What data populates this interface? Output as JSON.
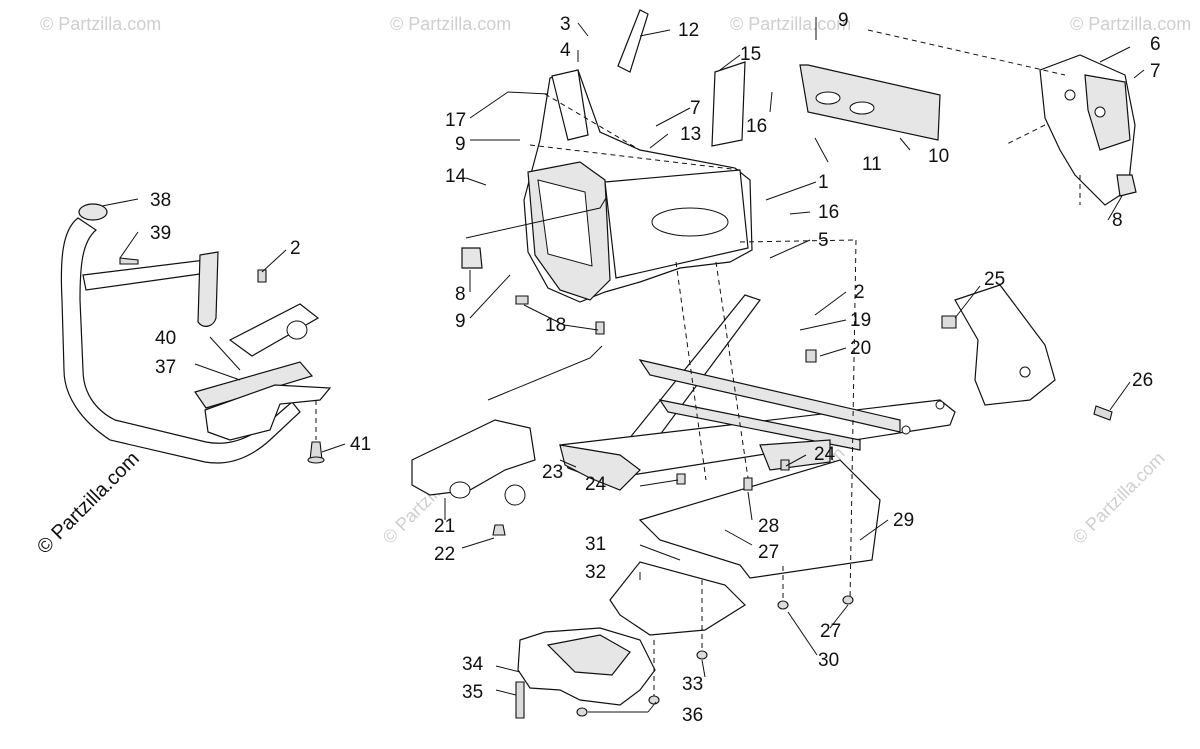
{
  "watermark": {
    "text": "© Partzilla.com"
  },
  "copyright": {
    "text": "© Partzilla.com"
  },
  "callouts": [
    "1",
    "2",
    "2",
    "3",
    "4",
    "5",
    "6",
    "7",
    "7",
    "8",
    "8",
    "9",
    "9",
    "9",
    "10",
    "11",
    "12",
    "13",
    "14",
    "15",
    "16",
    "16",
    "17",
    "18",
    "19",
    "20",
    "21",
    "22",
    "23",
    "24",
    "24",
    "25",
    "26",
    "27",
    "27",
    "28",
    "29",
    "30",
    "31",
    "32",
    "33",
    "34",
    "35",
    "36",
    "37",
    "38",
    "39",
    "40",
    "41"
  ]
}
